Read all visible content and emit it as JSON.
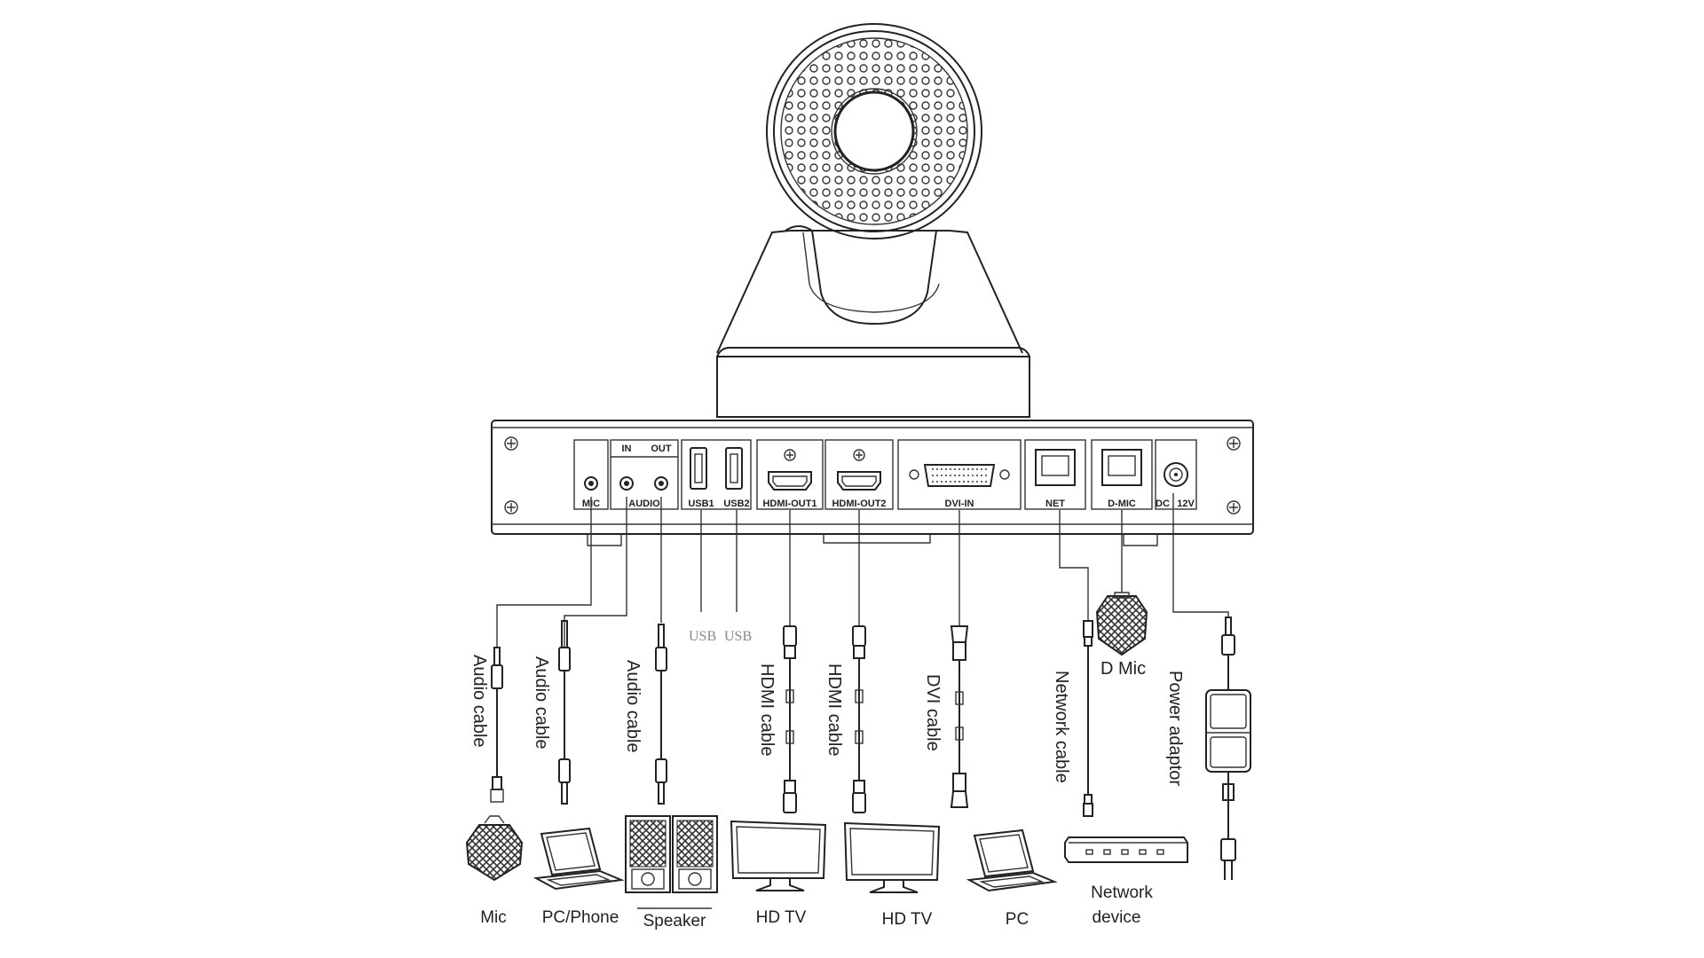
{
  "ports": {
    "mic": "MIC",
    "audio_in": "IN",
    "audio_out": "OUT",
    "audio": "AUDIO",
    "usb1": "USB1",
    "usb2": "USB2",
    "hdmi_out1": "HDMI-OUT1",
    "hdmi_out2": "HDMI-OUT2",
    "dvi_in": "DVI-IN",
    "net": "NET",
    "d_mic": "D-MIC",
    "dc": "DC",
    "v12": "12V"
  },
  "cables": {
    "audio_mic": "Audio cable",
    "audio_in": "Audio cable",
    "audio_out": "Audio cable",
    "usb1": "USB",
    "usb2": "USB",
    "hdmi1": "HDMI cable",
    "hdmi2": "HDMI cable",
    "dvi": "DVI cable",
    "network": "Network cable",
    "d_mic": "D Mic",
    "power": "Power adaptor"
  },
  "devices": {
    "mic": "Mic",
    "pc_phone": "PC/Phone",
    "speaker": "Speaker",
    "hdtv1": "HD TV",
    "hdtv2": "HD TV",
    "pc": "PC",
    "network_line1": "Network",
    "network_line2": "device"
  }
}
